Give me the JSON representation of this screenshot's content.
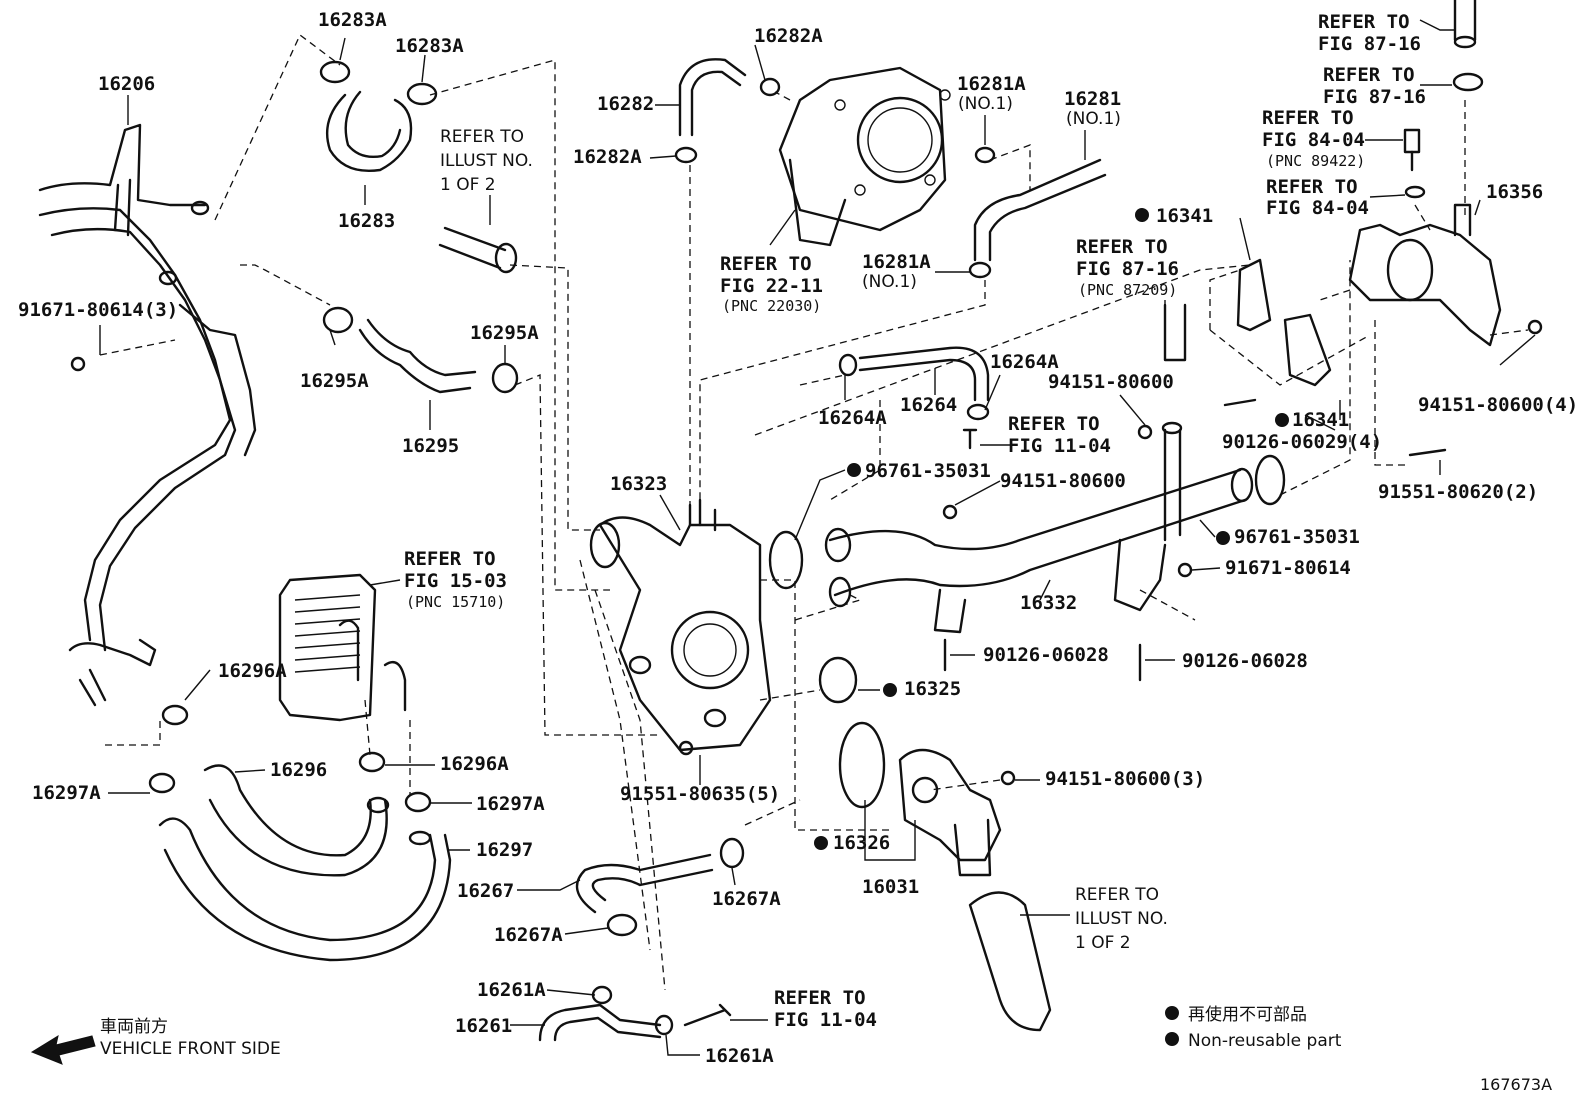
{
  "callouts": {
    "c16283A_1": "16283A",
    "c16283A_2": "16283A",
    "c16206": "16206",
    "c16283": "16283",
    "refer_illust_1": "REFER TO",
    "refer_illust_2": "ILLUST NO.",
    "refer_illust_3": "1 OF 2",
    "c91671_3": "91671-80614(3)",
    "c16295A_1": "16295A",
    "c16295A_2": "16295A",
    "c16295": "16295",
    "c16282A_1": "16282A",
    "c16282": "16282",
    "c16282A_2": "16282A",
    "c16281A_1": "16281A",
    "c16281A_1n": "(NO.1)",
    "c16281": "16281",
    "c16281n": "(NO.1)",
    "c16281A_2": "16281A",
    "c16281A_2n": "(NO.1)",
    "ref22_1": "REFER TO",
    "ref22_2": "FIG 22-11",
    "ref22_3": "(PNC 22030)",
    "ref87a_1": "REFER TO",
    "ref87a_2": "FIG 87-16",
    "ref87b_1": "REFER TO",
    "ref87b_2": "FIG 87-16",
    "ref84a_1": "REFER TO",
    "ref84a_2": "FIG 84-04",
    "ref84a_3": "(PNC 89422)",
    "ref84b_1": "REFER TO",
    "ref84b_2": "FIG 84-04",
    "c16356": "16356",
    "c16341_1": "16341",
    "ref87c_1": "REFER TO",
    "ref87c_2": "FIG 87-16",
    "ref87c_3": "(PNC 87209)",
    "c16264A_1": "16264A",
    "c16264A_2": "16264A",
    "c16264": "16264",
    "ref11a_1": "REFER TO",
    "ref11a_2": "FIG 11-04",
    "c94151_a": "94151-80600",
    "c94151_4": "94151-80600(4)",
    "c16341_2": "16341",
    "c90126_4": "90126-06029(4)",
    "c91551_2": "91551-80620(2)",
    "c16323": "16323",
    "c96761_1": "96761-35031",
    "c94151_b": "94151-80600",
    "c96761_2": "96761-35031",
    "c91671_1": "91671-80614",
    "ref15_1": "REFER TO",
    "ref15_2": "FIG 15-03",
    "ref15_3": "(PNC 15710)",
    "c16332": "16332",
    "c90126_a": "90126-06028",
    "c90126_b": "90126-06028",
    "c16296A_1": "16296A",
    "c16325": "16325",
    "c16296A_2": "16296A",
    "c91551_5": "91551-80635(5)",
    "c94151_3": "94151-80600(3)",
    "c16297A_1": "16297A",
    "c16296": "16296",
    "c16297A_2": "16297A",
    "c16297": "16297",
    "c16326": "16326",
    "c16267": "16267",
    "c16267A_1": "16267A",
    "c16031": "16031",
    "c16267A_2": "16267A",
    "refill2_1": "REFER TO",
    "refill2_2": "ILLUST NO.",
    "refill2_3": "1 OF 2",
    "c16261A_1": "16261A",
    "c16261": "16261",
    "c16261A_2": "16261A",
    "ref11b_1": "REFER TO",
    "ref11b_2": "FIG 11-04"
  },
  "direction": {
    "jp": "車両前方",
    "en": "VEHICLE FRONT SIDE"
  },
  "legend": {
    "jp": "再使用不可部品",
    "en": "Non-reusable part"
  },
  "figure_id": "167673A"
}
